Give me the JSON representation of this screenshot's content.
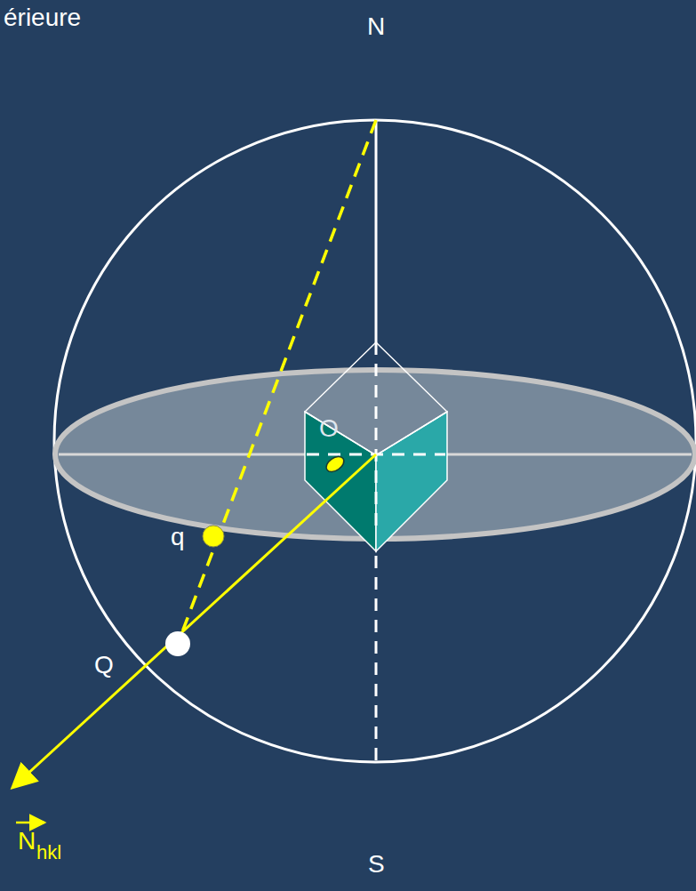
{
  "diagram": {
    "labels": [
      "érieure",
      "N",
      "O",
      "q",
      "Q",
      "N",
      "hkl",
      "S"
    ]
  }
}
